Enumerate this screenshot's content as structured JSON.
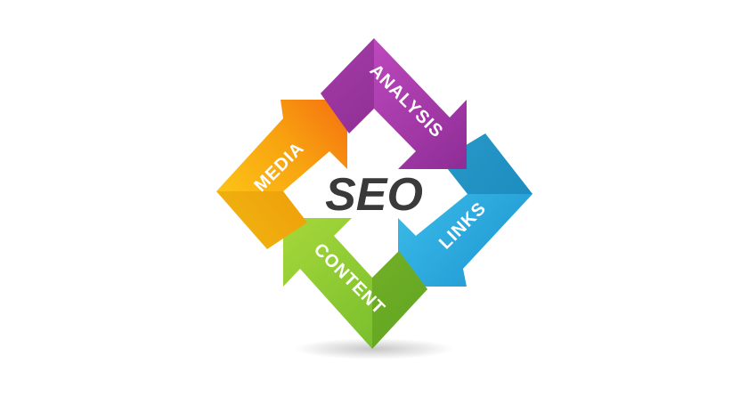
{
  "center": {
    "label": "SEO"
  },
  "arrows": [
    {
      "label": "ANALYSIS",
      "color": "#b03fae"
    },
    {
      "label": "LINKS",
      "color": "#2aaee0"
    },
    {
      "label": "CONTENT",
      "color": "#7cc22e"
    },
    {
      "label": "MEDIA",
      "color": "#f5b400"
    }
  ]
}
